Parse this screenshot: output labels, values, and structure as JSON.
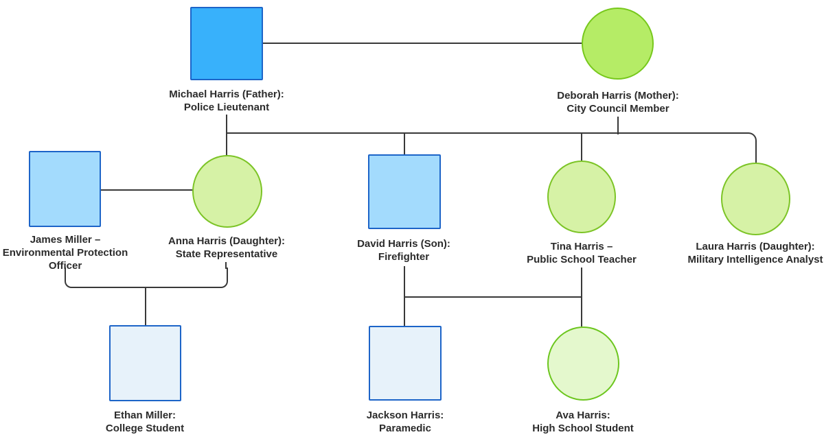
{
  "diagram": {
    "type": "family-tree-genogram",
    "colors": {
      "male_gen1_fill": "#38b1fb",
      "male_gen2_fill": "#a3dbfd",
      "male_gen3_fill": "#e7f2fa",
      "male_stroke": "#1c64c8",
      "female_gen1_fill": "#b5ec66",
      "female_gen2_fill": "#d6f2a6",
      "female_gen3_fill": "#e4f8cd",
      "female_gen1_stroke": "#77c81c",
      "female_gen2_stroke": "#7cc426",
      "female_gen3_stroke": "#6cc61e",
      "connector": "#383838",
      "text": "#2b2b2b"
    },
    "people": {
      "michael": {
        "shape": "square",
        "generation": 1,
        "name": "Michael Harris",
        "relation": "Father",
        "role": "Police Lieutenant",
        "label": "Michael Harris (Father):\nPolice Lieutenant"
      },
      "deborah": {
        "shape": "circle",
        "generation": 1,
        "name": "Deborah Harris",
        "relation": "Mother",
        "role": "City Council Member",
        "label": "Deborah Harris (Mother):\nCity Council Member"
      },
      "james": {
        "shape": "square",
        "generation": 2,
        "name": "James Miller",
        "relation": "Spouse of Anna",
        "role": "Environmental Protection Officer",
        "label": "James Miller –\nEnvironmental Protection\nOfficer"
      },
      "anna": {
        "shape": "circle",
        "generation": 2,
        "name": "Anna Harris",
        "relation": "Daughter",
        "role": "State Representative",
        "label": "Anna Harris (Daughter):\nState Representative"
      },
      "david": {
        "shape": "square",
        "generation": 2,
        "name": "David Harris",
        "relation": "Son",
        "role": "Firefighter",
        "label": "David Harris (Son):\nFirefighter"
      },
      "tina": {
        "shape": "circle",
        "generation": 2,
        "name": "Tina Harris",
        "relation": "Spouse of David",
        "role": "Public School Teacher",
        "label": "Tina Harris –\nPublic School Teacher"
      },
      "laura": {
        "shape": "circle",
        "generation": 2,
        "name": "Laura Harris",
        "relation": "Daughter",
        "role": "Military Intelligence Analyst",
        "label": "Laura Harris (Daughter):\nMilitary Intelligence Analyst"
      },
      "ethan": {
        "shape": "square",
        "generation": 3,
        "name": "Ethan Miller",
        "relation": "Child of James and Anna",
        "role": "College Student",
        "label": "Ethan Miller:\nCollege Student"
      },
      "jackson": {
        "shape": "square",
        "generation": 3,
        "name": "Jackson Harris",
        "relation": "Child of David and Tina",
        "role": "Paramedic",
        "label": "Jackson Harris:\nParamedic"
      },
      "ava": {
        "shape": "circle",
        "generation": 3,
        "name": "Ava Harris",
        "relation": "Child of David and Tina",
        "role": "High School Student",
        "label": "Ava Harris:\nHigh School Student"
      }
    }
  }
}
